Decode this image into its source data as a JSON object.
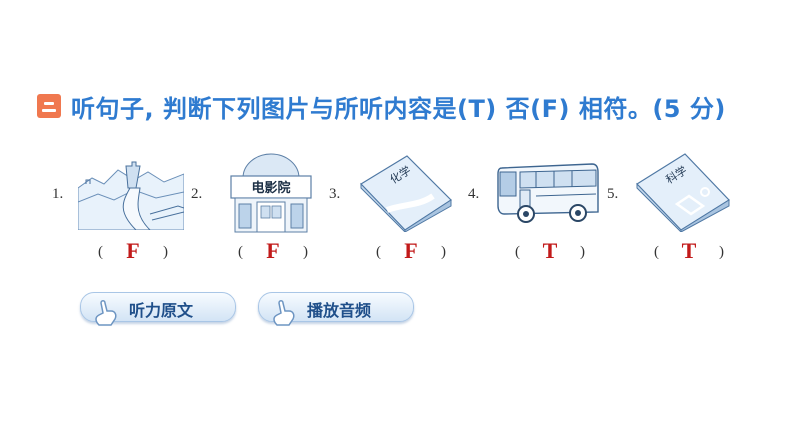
{
  "header": {
    "title": "听句子, 判断下列图片与所听内容是(T) 否(F) 相符。(5 分)"
  },
  "items": [
    {
      "number": "1.",
      "image": "great-wall",
      "answer": "F"
    },
    {
      "number": "2.",
      "image": "cinema",
      "image_text": "电影院",
      "answer": "F"
    },
    {
      "number": "3.",
      "image": "chemistry-book",
      "image_text": "化学",
      "answer": "F"
    },
    {
      "number": "4.",
      "image": "bus",
      "answer": "T"
    },
    {
      "number": "5.",
      "image": "science-book",
      "image_text": "科学",
      "answer": "T"
    }
  ],
  "paren_left": "(",
  "paren_right": ")",
  "buttons": {
    "transcript": "听力原文",
    "play_audio": "播放音频"
  },
  "colors": {
    "title": "#2f7bd0",
    "badge": "#f0784f",
    "answer": "#c21a1a"
  }
}
